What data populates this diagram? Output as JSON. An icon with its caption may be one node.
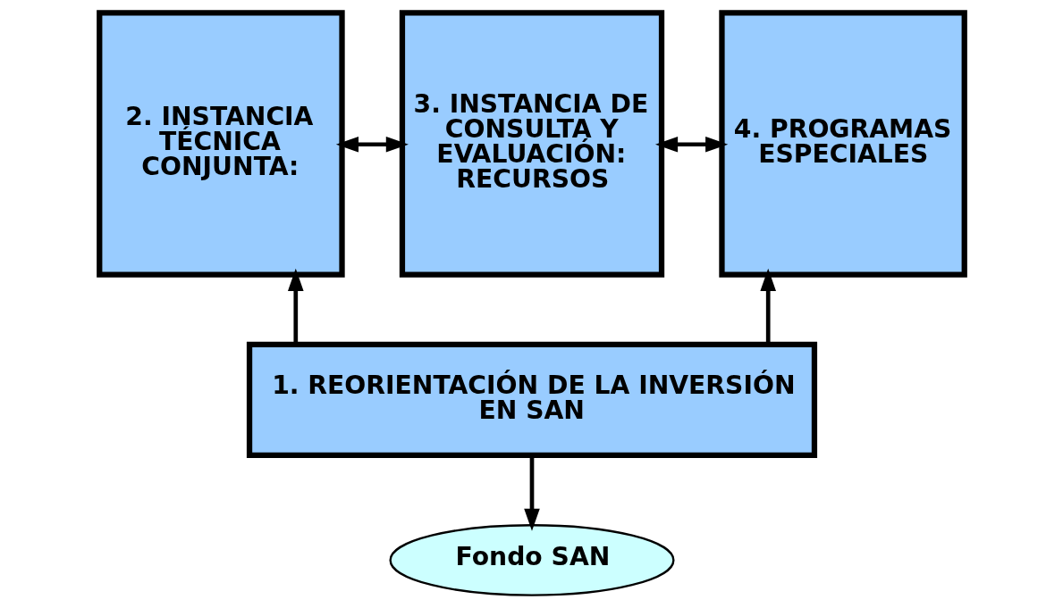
{
  "diagram": {
    "nodes": [
      {
        "text": [
          "2. INSTANCIA TÉCNICA CONJUNTA:"
        ]
      },
      {
        "text": [
          "3. INSTANCIA DE CONSULTA Y EVALUACIÓN: RECURSOS"
        ]
      },
      {
        "text": [
          "4. PROGRAMAS ESPECIALES"
        ]
      },
      {
        "text": [
          "1. REORIENTACIÓN DE LA INVERSIÓN EN SAN"
        ]
      },
      {
        "text": [
          "Fondo SAN"
        ]
      }
    ],
    "edges": [
      {
        "from": 0,
        "to": 1,
        "arrow": "both"
      },
      {
        "from": 1,
        "to": 2,
        "arrow": "both"
      },
      {
        "from": 3,
        "to": 0,
        "arrow": "to"
      },
      {
        "from": 3,
        "to": 2,
        "arrow": "to"
      },
      {
        "from": 3,
        "to": 4,
        "arrow": "to"
      }
    ]
  }
}
